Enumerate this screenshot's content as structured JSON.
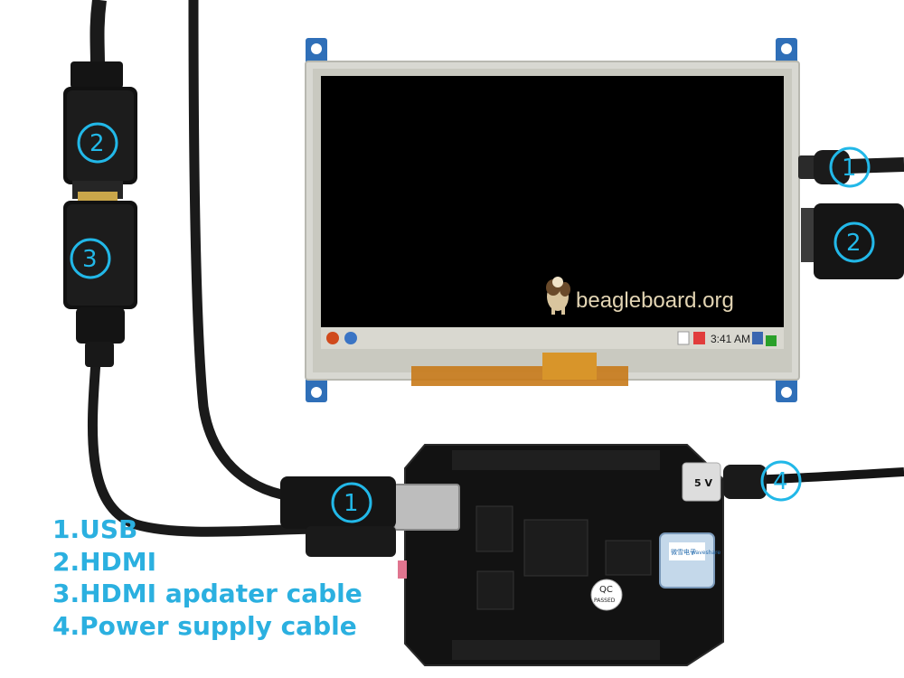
{
  "screen": {
    "brand_text": "beagleboard.org",
    "clock": "3:41 AM"
  },
  "callouts": {
    "usb_top": "1",
    "hdmi_top": "2",
    "hdmi_left": "2",
    "adapter_left": "3",
    "usb_board": "1",
    "power_board": "4"
  },
  "board_labels": {
    "qc_line1": "QC",
    "qc_line2": "PASSED",
    "power_jack": "5 V",
    "sticker_left": "微雪电子",
    "sticker_right": "Waveshare"
  },
  "legend": [
    "1.USB",
    "2.HDMI",
    "3.HDMI apdater cable",
    "4.Power supply cable"
  ],
  "colors": {
    "callout": "#22b8e8",
    "legend_text": "#2bb0e0",
    "screen_bg": "#000000",
    "pcb": "#121212",
    "mount_tab": "#2f6fb8"
  }
}
